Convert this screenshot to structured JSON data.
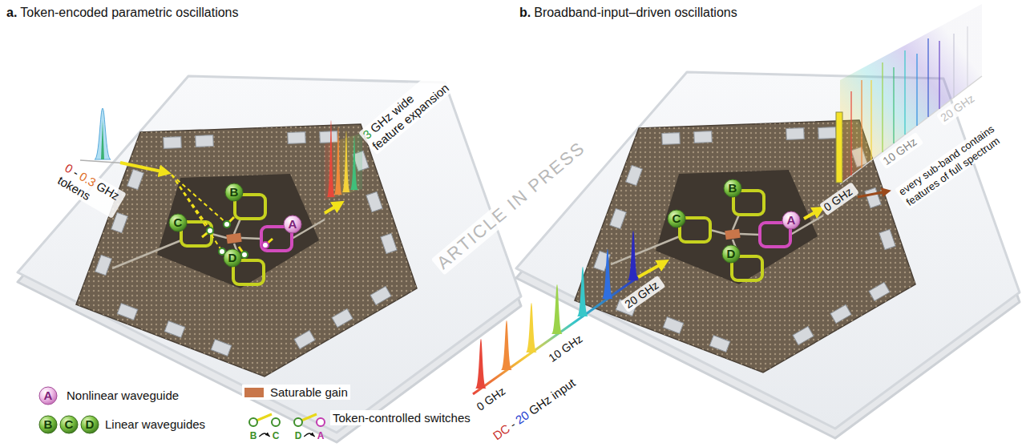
{
  "diagram": {
    "nodes": [
      {
        "text": [
          "B"
        ]
      },
      {
        "text": [
          "C"
        ]
      },
      {
        "text": [
          "D"
        ]
      },
      {
        "text": [
          "A"
        ]
      },
      {
        "text": [
          "B"
        ]
      },
      {
        "text": [
          "C"
        ]
      },
      {
        "text": [
          "A"
        ]
      },
      {
        "text": [
          "D"
        ]
      },
      {
        "text": [
          "A"
        ]
      },
      {
        "text": [
          "B"
        ]
      },
      {
        "text": [
          "C"
        ]
      },
      {
        "text": [
          "D"
        ]
      },
      {
        "text": [
          "B"
        ]
      },
      {
        "text": [
          "C"
        ]
      },
      {
        "text": [
          "D"
        ]
      },
      {
        "text": [
          "A"
        ]
      }
    ],
    "edges": [
      {
        "from": 12,
        "to": 13,
        "arrow": "to"
      },
      {
        "from": 14,
        "to": 15,
        "arrow": "to"
      }
    ],
    "labels": [
      "a.",
      "Token-encoded parametric oscillations",
      "b.",
      "Broadband-input–driven oscillations",
      "0",
      "-",
      "0.3",
      "GHz",
      "tokens",
      "3",
      "GHz wide",
      "feature expansion",
      "ARTICLE IN PRESS",
      "0 GHz",
      "10 GHz",
      "20 GHz",
      "DC",
      "-",
      "20",
      "GHz input",
      "0 GHz",
      "10 GHz",
      "20 GHz",
      "every sub-band contains features of full spectrum"
    ],
    "legend": [
      {
        "text": "Nonlinear waveguide"
      },
      {
        "text": "Linear waveguides"
      },
      {
        "text": "Saturable gain",
        "color": "#c8764a"
      },
      {
        "text": "Token-controlled switches"
      }
    ]
  }
}
